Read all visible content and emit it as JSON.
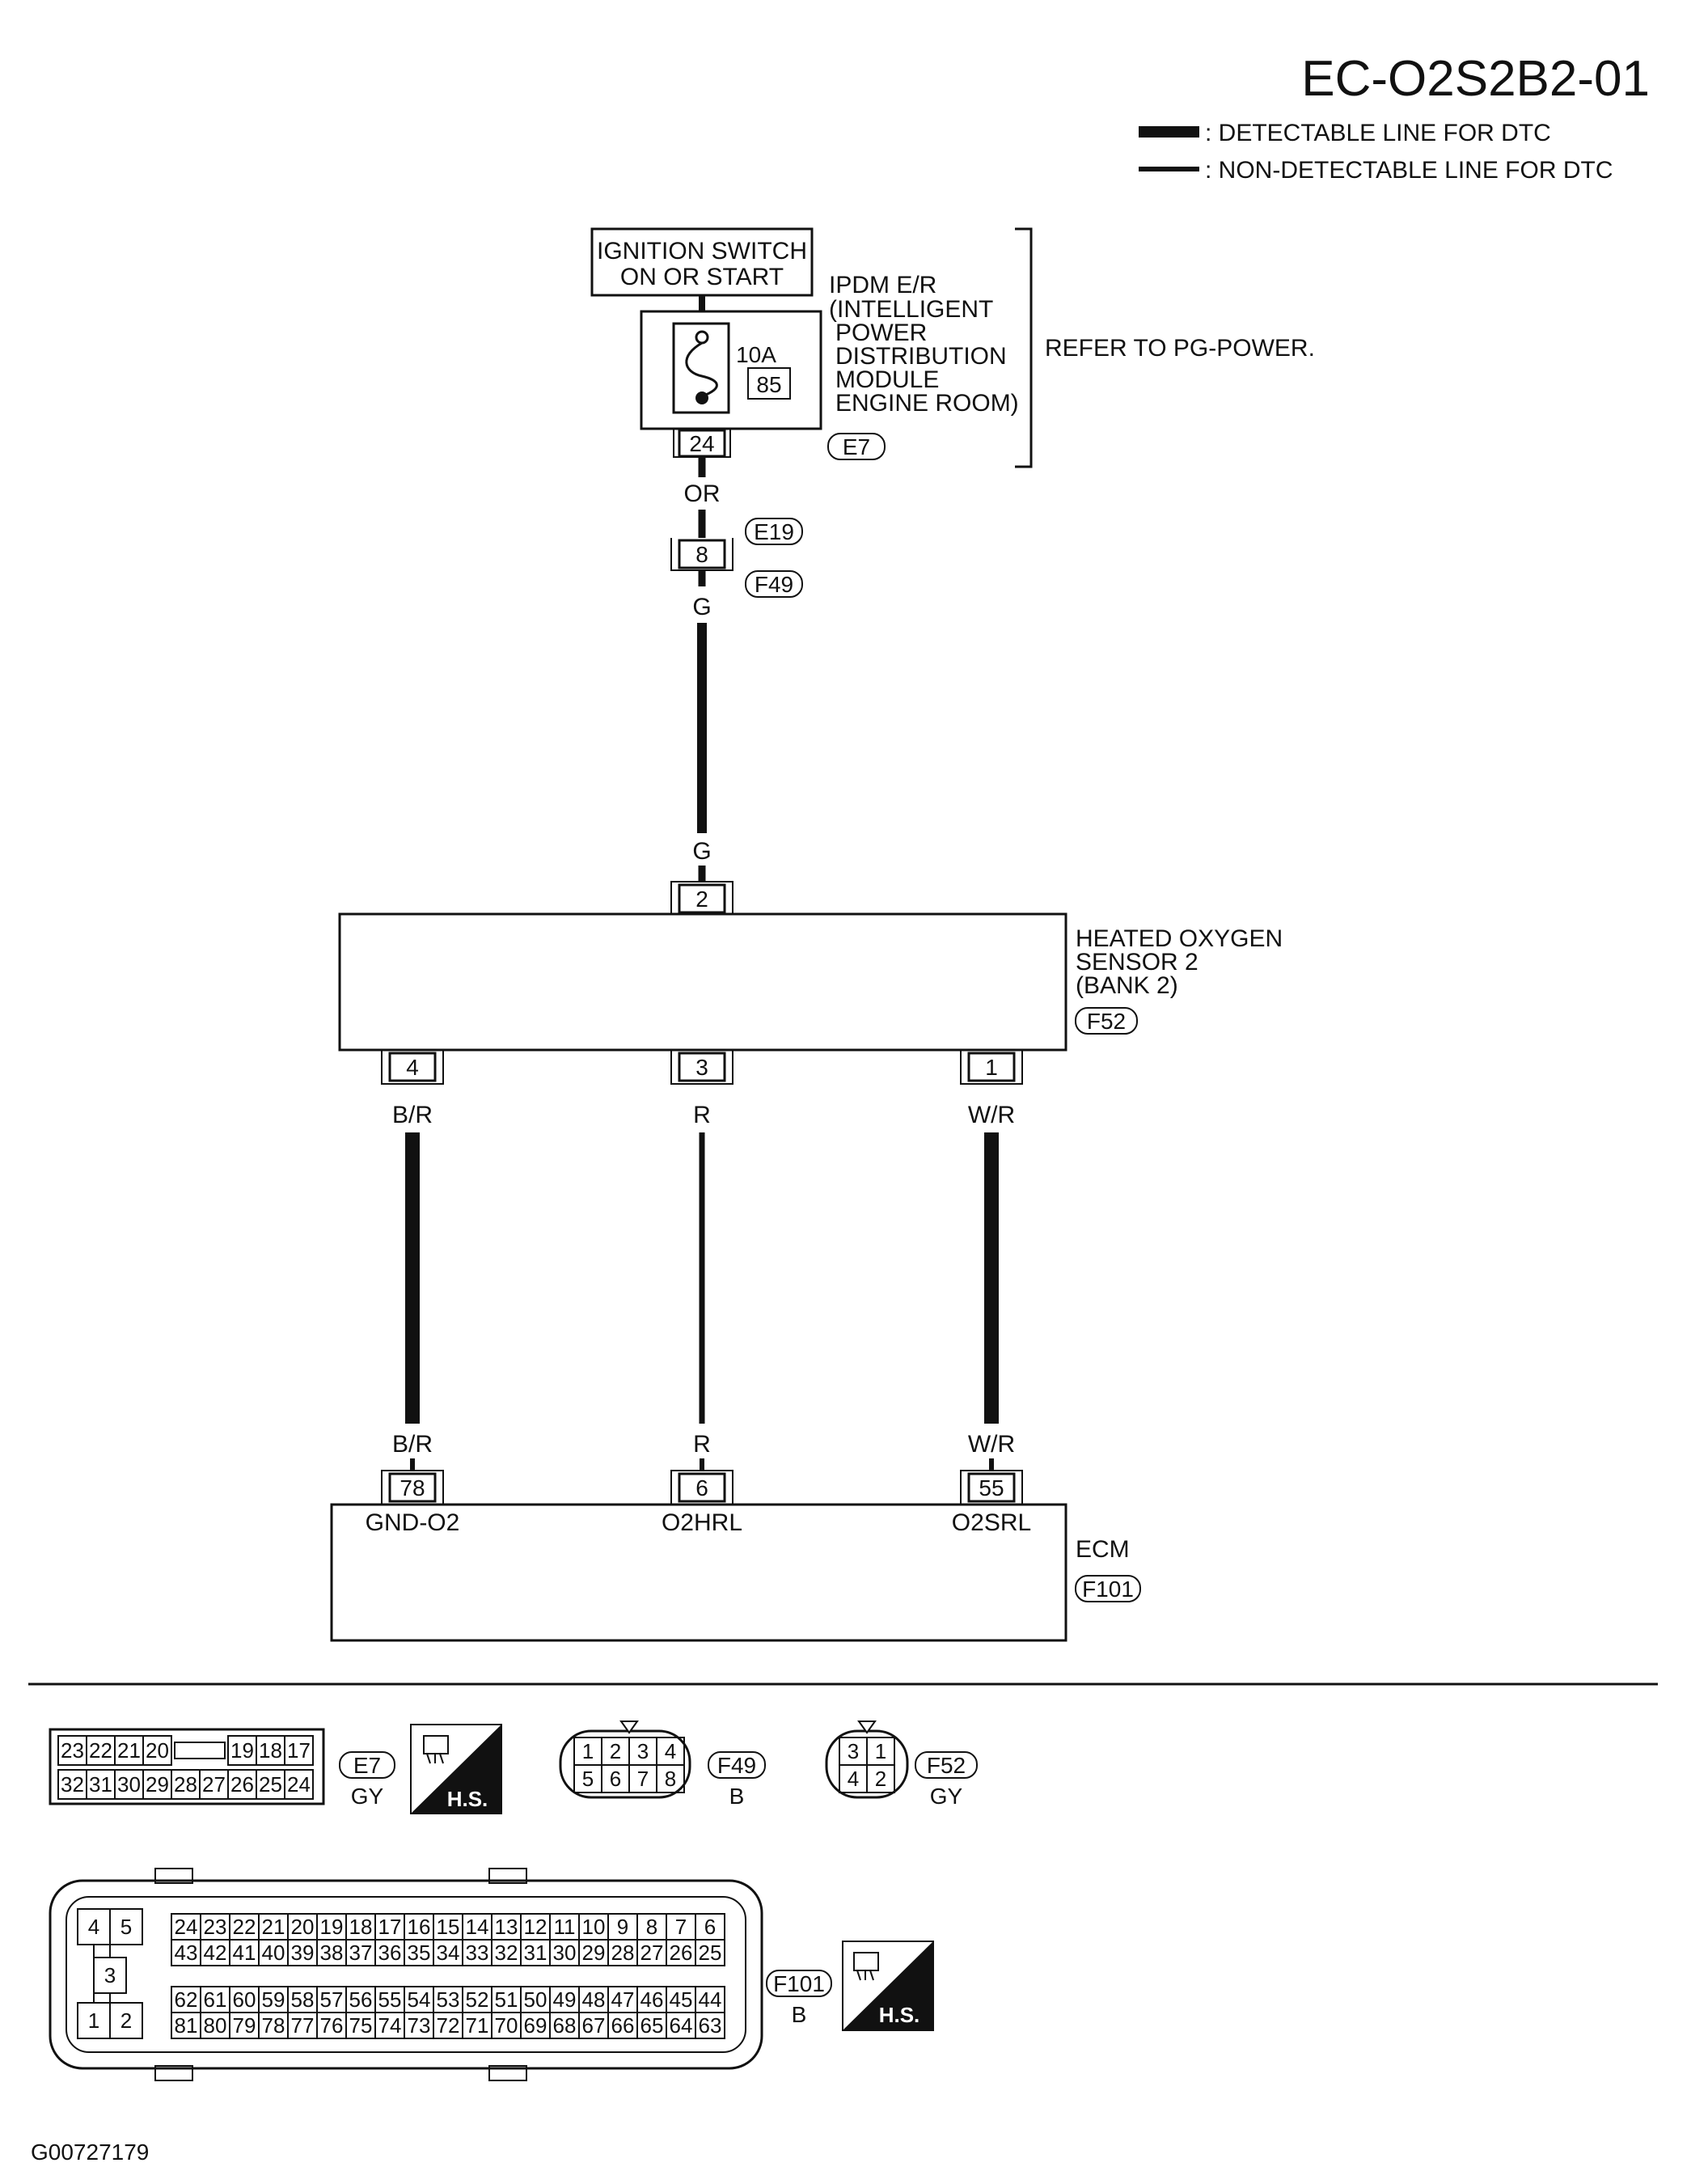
{
  "diagram_id": "EC-O2S2B2-01",
  "legend": {
    "detectable": ": DETECTABLE LINE FOR DTC",
    "non_detectable": ": NON-DETECTABLE LINE FOR DTC"
  },
  "ignition": {
    "line1": "IGNITION SWITCH",
    "line2": "ON OR START"
  },
  "ipdm": {
    "lines": [
      "IPDM E/R",
      "(INTELLIGENT",
      "POWER",
      "DISTRIBUTION",
      "MODULE",
      "ENGINE ROOM)"
    ],
    "fuse_amp": "10A",
    "fuse_num": "85",
    "pin": "24",
    "connector": "E7",
    "refer": "REFER TO PG-POWER."
  },
  "harness": {
    "wire_or": "OR",
    "conn_e19": "E19",
    "conn_f49": "F49",
    "pin": "8",
    "wire_g_top": "G",
    "wire_g_bottom": "G"
  },
  "sensor": {
    "lines": [
      "HEATED OXYGEN",
      "SENSOR 2",
      "(BANK 2)"
    ],
    "connector": "F52",
    "top_pin": "2",
    "pins": [
      "4",
      "3",
      "1"
    ],
    "wires": [
      "B/R",
      "R",
      "W/R"
    ]
  },
  "ecm": {
    "label": "ECM",
    "connector": "F101",
    "pins": [
      "78",
      "6",
      "55"
    ],
    "wires": [
      "B/R",
      "R",
      "W/R"
    ],
    "terminals": [
      "GND-O2",
      "O2HRL",
      "O2SRL"
    ]
  },
  "connectors": {
    "e7": {
      "id": "E7",
      "color": "GY",
      "row1": [
        "23",
        "22",
        "21",
        "20",
        "",
        "19",
        "18",
        "17"
      ],
      "row2": [
        "32",
        "31",
        "30",
        "29",
        "28",
        "27",
        "26",
        "25",
        "24"
      ],
      "hs": "H.S."
    },
    "f49": {
      "id": "F49",
      "color": "B",
      "row1": [
        "1",
        "2",
        "3",
        "4"
      ],
      "row2": [
        "5",
        "6",
        "7",
        "8"
      ]
    },
    "f52": {
      "id": "F52",
      "color": "GY",
      "row1": [
        "3",
        "1"
      ],
      "row2": [
        "4",
        "2"
      ]
    },
    "f101": {
      "id": "F101",
      "color": "B",
      "hs": "H.S.",
      "left": [
        "4",
        "5",
        "3",
        "1",
        "2"
      ],
      "rows": [
        [
          "24",
          "23",
          "22",
          "21",
          "20",
          "19",
          "18",
          "17",
          "16",
          "15",
          "14",
          "13",
          "12",
          "11",
          "10",
          "9",
          "8",
          "7",
          "6"
        ],
        [
          "43",
          "42",
          "41",
          "40",
          "39",
          "38",
          "37",
          "36",
          "35",
          "34",
          "33",
          "32",
          "31",
          "30",
          "29",
          "28",
          "27",
          "26",
          "25"
        ],
        [
          "62",
          "61",
          "60",
          "59",
          "58",
          "57",
          "56",
          "55",
          "54",
          "53",
          "52",
          "51",
          "50",
          "49",
          "48",
          "47",
          "46",
          "45",
          "44"
        ],
        [
          "81",
          "80",
          "79",
          "78",
          "77",
          "76",
          "75",
          "74",
          "73",
          "72",
          "71",
          "70",
          "69",
          "68",
          "67",
          "66",
          "65",
          "64",
          "63"
        ]
      ]
    }
  },
  "footer_code": "G00727179"
}
